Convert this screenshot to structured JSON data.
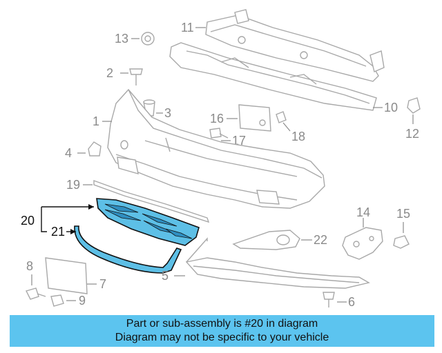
{
  "callouts": {
    "c1": "1",
    "c2": "2",
    "c3": "3",
    "c4": "4",
    "c5": "5",
    "c6": "6",
    "c7": "7",
    "c8": "8",
    "c9": "9",
    "c10": "10",
    "c11": "11",
    "c12": "12",
    "c13": "13",
    "c14": "14",
    "c15": "15",
    "c16": "16",
    "c17": "17",
    "c18": "18",
    "c19": "19",
    "c20": "20",
    "c21": "21",
    "c22": "22"
  },
  "banner": {
    "line1": "Part or sub-assembly is #20 in diagram",
    "line2": "Diagram may not be specific to your vehicle"
  },
  "colors": {
    "highlight": "#5dbfe6",
    "banner": "#5cc4ef",
    "line_art": "#a8a8a8"
  }
}
